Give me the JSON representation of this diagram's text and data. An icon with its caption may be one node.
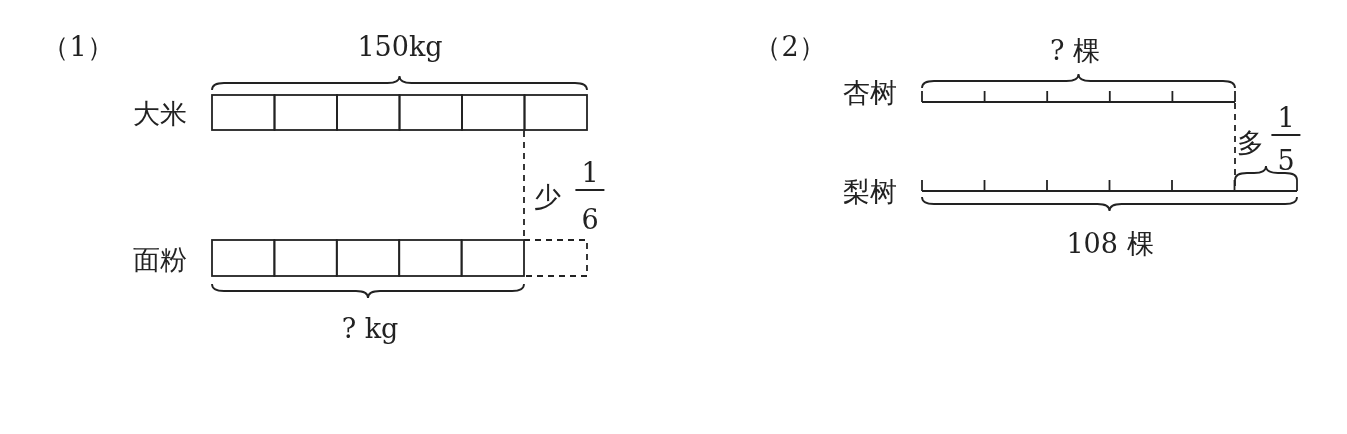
{
  "diagram": {
    "labels": [
      "（1）",
      "150kg",
      "大米",
      "少",
      "1",
      "6",
      "面粉",
      "? kg",
      "（2）",
      "? 棵",
      "杏树",
      "多",
      "1",
      "5",
      "梨树",
      "108 棵"
    ]
  }
}
